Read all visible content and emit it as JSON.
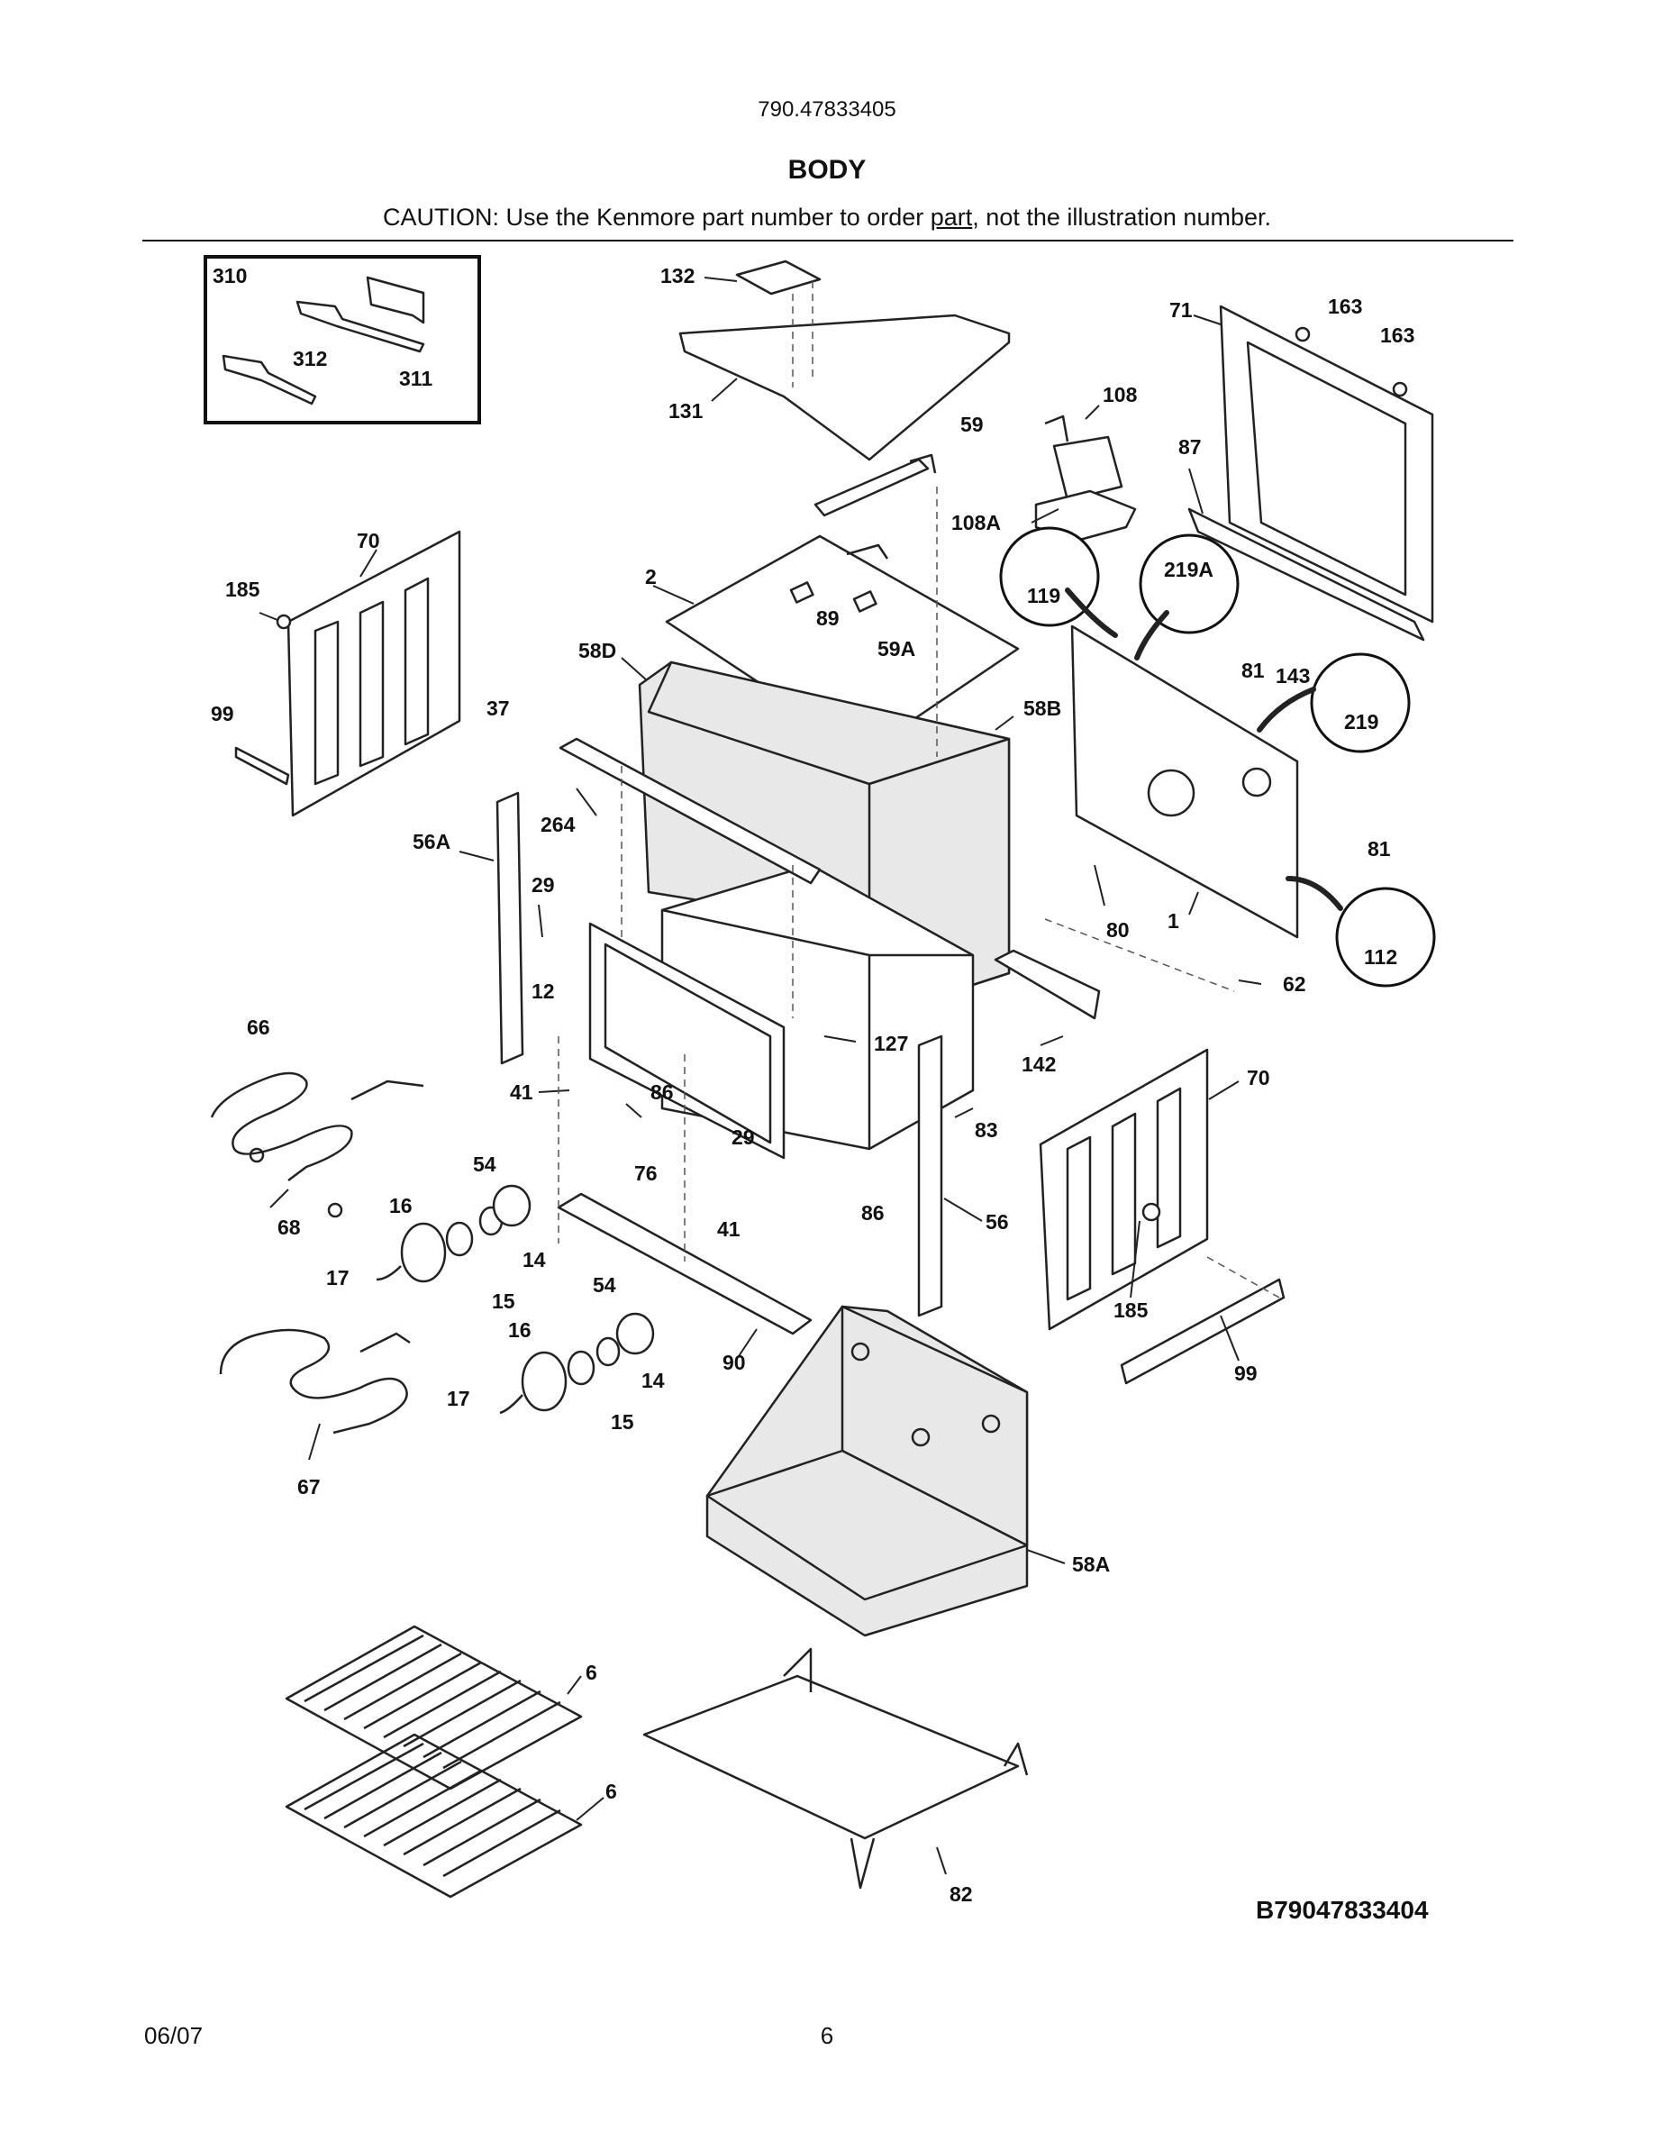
{
  "header": {
    "model_number": "790.47833405",
    "title": "BODY",
    "caution_prefix": "CAUTION: Use the Kenmore part number to order ",
    "caution_link": "part",
    "caution_suffix": ", not the illustration number."
  },
  "diagram": {
    "code": "B79047833404",
    "callouts": [
      {
        "id": "c310",
        "text": "310"
      },
      {
        "id": "c312",
        "text": "312"
      },
      {
        "id": "c311",
        "text": "311"
      },
      {
        "id": "c132",
        "text": "132"
      },
      {
        "id": "c131",
        "text": "131"
      },
      {
        "id": "c163a",
        "text": "163"
      },
      {
        "id": "c163b",
        "text": "163"
      },
      {
        "id": "c71",
        "text": "71"
      },
      {
        "id": "c108",
        "text": "108"
      },
      {
        "id": "c59",
        "text": "59"
      },
      {
        "id": "c87",
        "text": "87"
      },
      {
        "id": "c108A",
        "text": "108A"
      },
      {
        "id": "c70a",
        "text": "70"
      },
      {
        "id": "c185a",
        "text": "185"
      },
      {
        "id": "c2",
        "text": "2"
      },
      {
        "id": "c119",
        "text": "119"
      },
      {
        "id": "c219A",
        "text": "219A"
      },
      {
        "id": "c89",
        "text": "89"
      },
      {
        "id": "c58D",
        "text": "58D"
      },
      {
        "id": "c59A",
        "text": "59A"
      },
      {
        "id": "c81a",
        "text": "81"
      },
      {
        "id": "c143",
        "text": "143"
      },
      {
        "id": "c99a",
        "text": "99"
      },
      {
        "id": "c37",
        "text": "37"
      },
      {
        "id": "c58B",
        "text": "58B"
      },
      {
        "id": "c219",
        "text": "219"
      },
      {
        "id": "c264",
        "text": "264"
      },
      {
        "id": "c56A",
        "text": "56A"
      },
      {
        "id": "c81b",
        "text": "81"
      },
      {
        "id": "c29a",
        "text": "29"
      },
      {
        "id": "c80",
        "text": "80"
      },
      {
        "id": "c1",
        "text": "1"
      },
      {
        "id": "c112",
        "text": "112"
      },
      {
        "id": "c12",
        "text": "12"
      },
      {
        "id": "c62",
        "text": "62"
      },
      {
        "id": "c66",
        "text": "66"
      },
      {
        "id": "c127",
        "text": "127"
      },
      {
        "id": "c142",
        "text": "142"
      },
      {
        "id": "c70b",
        "text": "70"
      },
      {
        "id": "c41a",
        "text": "41"
      },
      {
        "id": "c86a",
        "text": "86"
      },
      {
        "id": "c83",
        "text": "83"
      },
      {
        "id": "c29b",
        "text": "29"
      },
      {
        "id": "c54a",
        "text": "54"
      },
      {
        "id": "c76",
        "text": "76"
      },
      {
        "id": "c16a",
        "text": "16"
      },
      {
        "id": "c86b",
        "text": "86"
      },
      {
        "id": "c68",
        "text": "68"
      },
      {
        "id": "c41b",
        "text": "41"
      },
      {
        "id": "c56",
        "text": "56"
      },
      {
        "id": "c14a",
        "text": "14"
      },
      {
        "id": "c17a",
        "text": "17"
      },
      {
        "id": "c15a",
        "text": "15"
      },
      {
        "id": "c54b",
        "text": "54"
      },
      {
        "id": "c185b",
        "text": "185"
      },
      {
        "id": "c16b",
        "text": "16"
      },
      {
        "id": "c99b",
        "text": "99"
      },
      {
        "id": "c90",
        "text": "90"
      },
      {
        "id": "c14b",
        "text": "14"
      },
      {
        "id": "c17b",
        "text": "17"
      },
      {
        "id": "c15b",
        "text": "15"
      },
      {
        "id": "c67",
        "text": "67"
      },
      {
        "id": "c58A",
        "text": "58A"
      },
      {
        "id": "c6a",
        "text": "6"
      },
      {
        "id": "c6b",
        "text": "6"
      },
      {
        "id": "c82",
        "text": "82"
      }
    ]
  },
  "footer": {
    "date": "06/07",
    "page": "6"
  }
}
